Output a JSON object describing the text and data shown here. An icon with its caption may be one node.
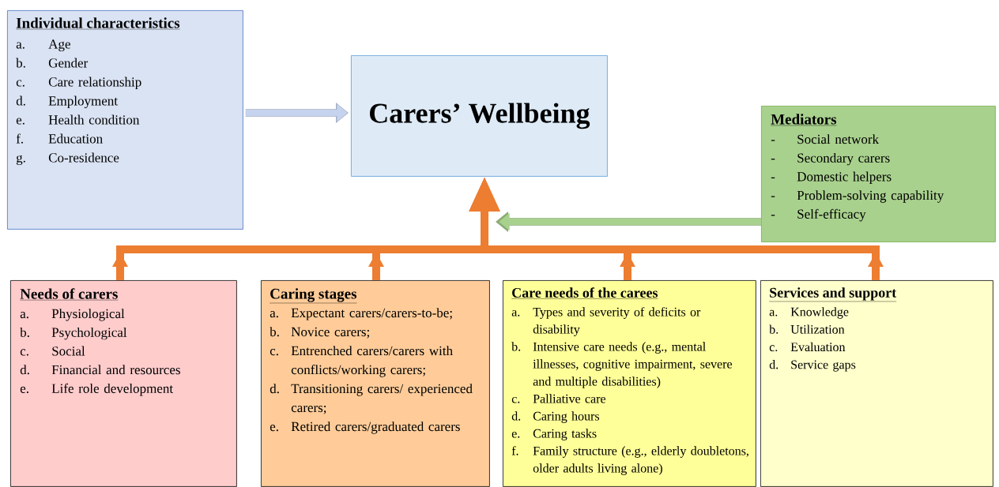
{
  "diagram": {
    "nodes": [
      {
        "text": [
          "Individual characteristics",
          "a.",
          "Age",
          "b.",
          "Gender",
          "c.",
          "Care relationship",
          "d.",
          "Employment",
          "e.",
          "Health condition",
          "f.",
          "Education",
          "g.",
          "Co-residence"
        ]
      },
      {
        "text": [
          "Carers’ Wellbeing"
        ]
      },
      {
        "text": [
          "Mediators",
          "-",
          "Social network",
          "-",
          "Secondary carers",
          "-",
          "Domestic helpers",
          "-",
          "Problem-solving capability",
          "-",
          "Self-efficacy"
        ]
      },
      {
        "text": [
          "Needs of carers",
          "a.",
          "Physiological",
          "b.",
          "Psychological",
          "c.",
          "Social",
          "d.",
          "Financial and resources",
          "e.",
          "Life role development"
        ]
      },
      {
        "text": [
          "Caring stages",
          "a.",
          "Expectant carers/carers-to-be;",
          "b.",
          "Novice carers;",
          "c.",
          "Entrenched carers/carers with conflicts/working carers;",
          "d.",
          "Transitioning carers/ experienced carers;",
          "e.",
          "Retired carers/graduated carers"
        ]
      },
      {
        "text": [
          "Care needs of the carees",
          "a.",
          "Types and severity of deficits or disability",
          "b.",
          "Intensive care needs (e.g., mental illnesses, cognitive impairment, severe and multiple disabilities)",
          "c.",
          "Palliative care",
          "d.",
          "Caring hours",
          "e.",
          "Caring tasks",
          "f.",
          "Family structure (e.g., elderly doubletons, older adults living alone)"
        ]
      },
      {
        "text": [
          "Services and support",
          "a.",
          "Knowledge",
          "b.",
          "Utilization",
          "c.",
          "Evaluation",
          "d.",
          "Service gaps"
        ]
      }
    ],
    "edges": [
      {
        "from": 0,
        "to": 1,
        "arrow": "to",
        "color": "#c5d3ee"
      },
      {
        "from": 2,
        "to": null,
        "arrow": "to",
        "color": "#a9d18e"
      },
      {
        "from": 3,
        "to": 1,
        "arrow": "to"
      },
      {
        "from": 4,
        "to": 1,
        "arrow": "to"
      },
      {
        "from": 5,
        "to": 1,
        "arrow": "to"
      },
      {
        "from": 6,
        "to": 1,
        "arrow": "to"
      }
    ]
  }
}
